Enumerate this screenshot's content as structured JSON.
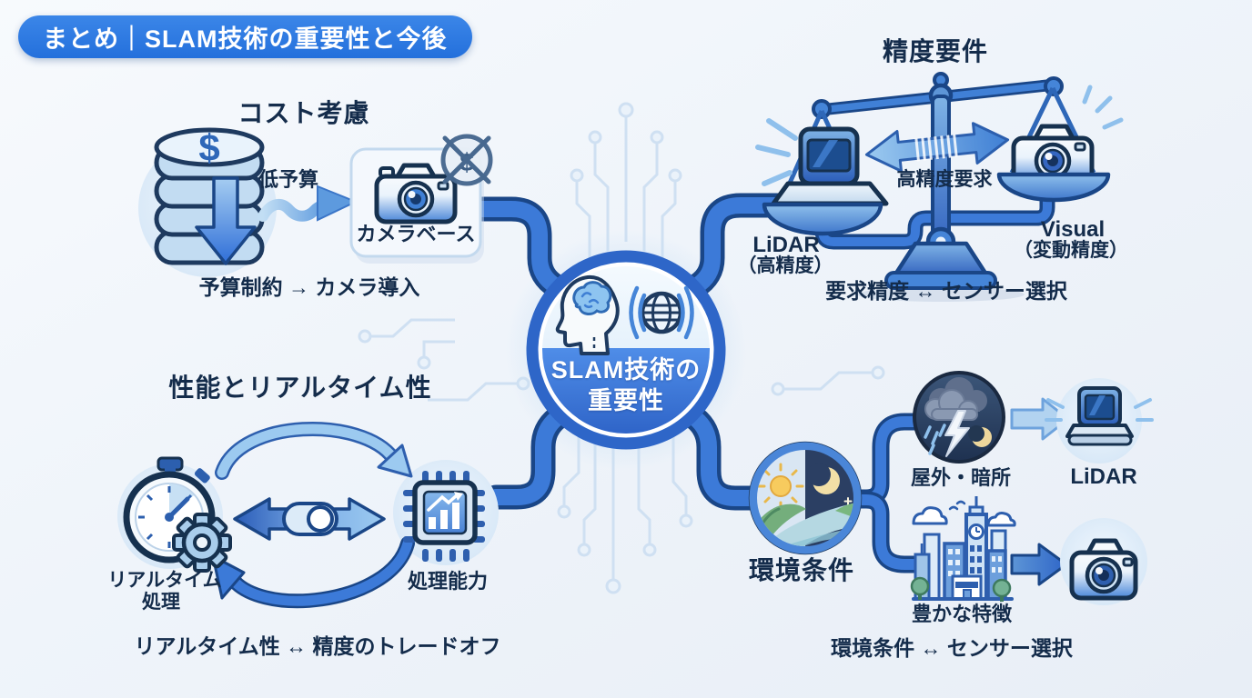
{
  "palette": {
    "background": "#eef3f9",
    "badge_bg": "#2b7ae0",
    "heading_text": "#142c4b",
    "pipe_fill": "#3c7ad8",
    "pipe_outline": "#1a4687",
    "ring_blue": "#2e66c8",
    "node_band_top": "#4f8de8",
    "node_band_bottom": "#2d62c6",
    "accent_light": "#9ccaf0",
    "accent_mid": "#5d95d6",
    "icon_outline": "#16314f"
  },
  "badge": {
    "label": "まとめ｜SLAM技術の重要性と今後"
  },
  "center": {
    "title_line1": "SLAM技術の",
    "title_line2": "重要性",
    "icons": [
      "brain-head-icon",
      "globe-signal-icon"
    ]
  },
  "cost": {
    "title": "コスト考慮",
    "flow_label": "低予算",
    "camera_label": "カメラベース",
    "caption": "予算制約 → カメラ導入",
    "coin_symbol": "$",
    "no_money_symbol": "$",
    "icons": [
      "coins-icon",
      "down-arrow-icon",
      "wavy-arrow-icon",
      "camera-icon",
      "no-money-icon"
    ]
  },
  "accuracy": {
    "title": "精度要件",
    "arrow_label": "高精度要求",
    "left_name": "LiDAR",
    "left_sub": "（高精度）",
    "right_name": "Visual",
    "right_sub": "（変動精度）",
    "caption": "要求精度 ↔ センサー選択",
    "icons": [
      "balance-scale-icon",
      "lidar-sensor-icon",
      "camera-icon",
      "tradeoff-arrow-icon"
    ]
  },
  "performance": {
    "title": "性能とリアルタイム性",
    "left_label_line1": "リアルタイム",
    "left_label_line2": "処理",
    "right_label": "処理能力",
    "caption": "リアルタイム性 ↔ 精度のトレードオフ",
    "icons": [
      "stopwatch-gear-icon",
      "chip-chart-icon",
      "toggle-arrow-icon",
      "cycle-arrows-icon"
    ]
  },
  "environment": {
    "node_label": "環境条件",
    "branch1_label": "屋外・暗所",
    "branch1_target": "LiDAR",
    "branch2_label": "豊かな特徴",
    "caption": "環境条件 ↔ センサー選択",
    "icons": [
      "day-night-icon",
      "storm-night-icon",
      "lidar-sensor-icon",
      "city-features-icon",
      "camera-icon"
    ]
  }
}
